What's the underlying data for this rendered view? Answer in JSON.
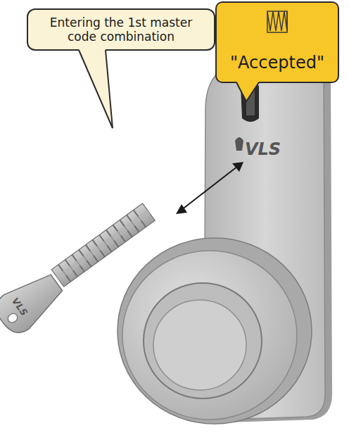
{
  "diagram": {
    "nodes": [
      {
        "text": [
          "Entering the 1st master code combination"
        ]
      },
      {
        "text": [
          "\"Accepted\""
        ]
      }
    ],
    "labels": [
      "VLS",
      "VLS"
    ]
  }
}
